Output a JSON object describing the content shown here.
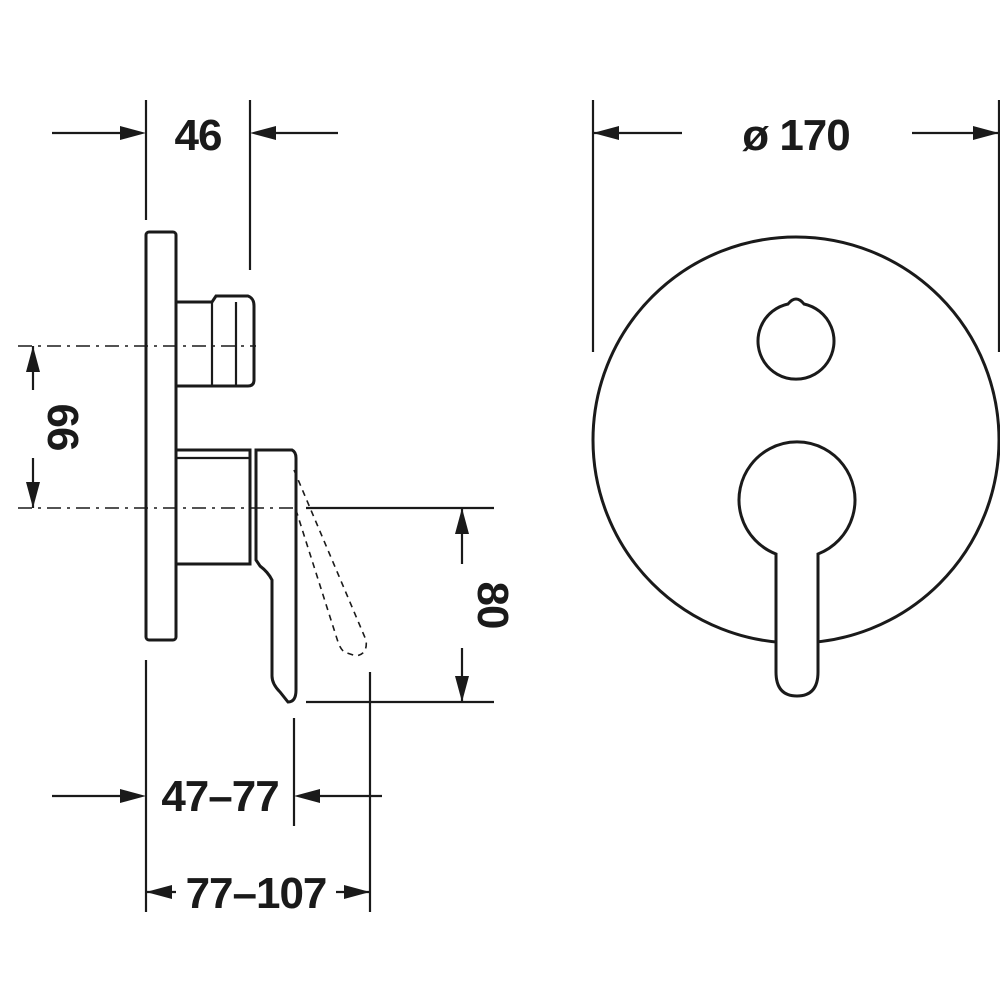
{
  "dimensions": {
    "width_46": "46",
    "height_66": "66",
    "height_80": "80",
    "depth_47_77": "47–77",
    "depth_77_107": "77–107",
    "diameter_170": "ø 170"
  },
  "colors": {
    "line": "#1a1a1a",
    "background": "#ffffff"
  }
}
